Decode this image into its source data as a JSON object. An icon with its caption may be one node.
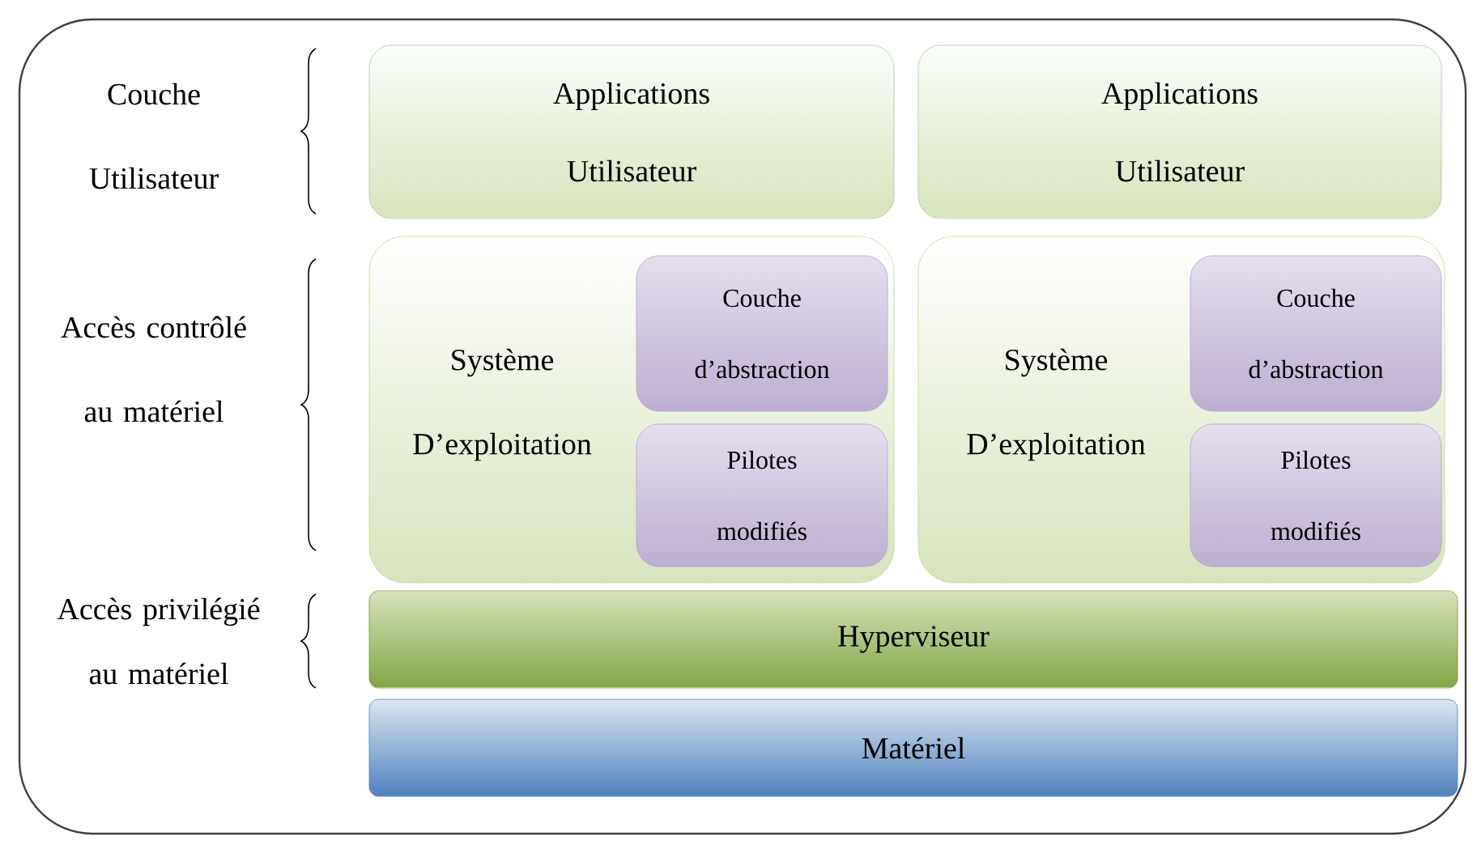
{
  "diagram": {
    "nodes": [
      {
        "text": [],
        "shape": "box"
      },
      {
        "text": [
          "Applications Utilisateur"
        ],
        "in": 0
      },
      {
        "text": [
          "Applications Utilisateur"
        ],
        "in": 0
      },
      {
        "text": [
          "Système D’exploitation"
        ],
        "in": 0
      },
      {
        "text": [
          "Couche d’abstraction"
        ],
        "in": 3
      },
      {
        "text": [
          "Pilotes modifiés"
        ],
        "in": 3
      },
      {
        "text": [
          "Système D’exploitation"
        ],
        "in": 0
      },
      {
        "text": [
          "Couche d’abstraction"
        ],
        "in": 6
      },
      {
        "text": [
          "Pilotes modifiés"
        ],
        "in": 6
      },
      {
        "text": [
          "Hyperviseur"
        ],
        "in": 0
      },
      {
        "text": [
          "Matériel"
        ],
        "in": 0
      }
    ],
    "labels": [
      "Couche Utilisateur",
      "Accès contrôlé au matériel",
      "Accès privilégié au matériel"
    ]
  }
}
